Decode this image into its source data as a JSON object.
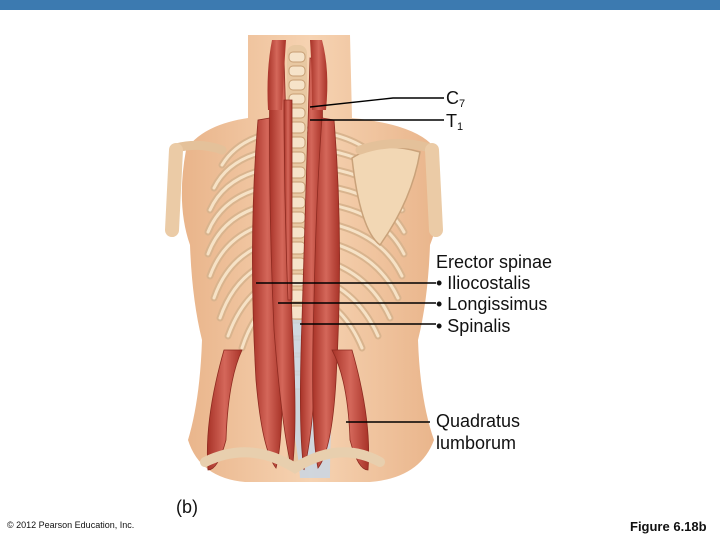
{
  "labels": {
    "c7": {
      "letter": "C",
      "sub": "7"
    },
    "t1": {
      "letter": "T",
      "sub": "1"
    },
    "erector_title": "Erector spinae",
    "iliocostalis": "• Iliocostalis",
    "longissimus": "• Longissimus",
    "spinalis": "• Spinalis",
    "quadratus_line1": "Quadratus",
    "quadratus_line2": "lumborum",
    "panel": "(b)"
  },
  "footer": {
    "copyright": "© 2012 Pearson Education, Inc.",
    "figure": "Figure 6.18b"
  },
  "colors": {
    "header_bar": "#3c7ab0",
    "skin": "#f2c9a3",
    "bone": "#f4dcbc",
    "muscle": "#c0453a"
  }
}
